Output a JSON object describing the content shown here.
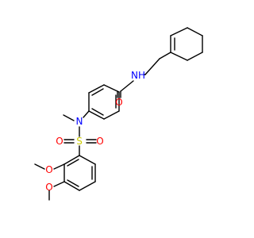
{
  "atoms": {
    "nh": "NH",
    "o_amide": "O",
    "n_sulfonamide": "N",
    "s": "S",
    "o_s1": "O",
    "o_s2": "O",
    "o_ome1": "O",
    "o_ome2": "O"
  },
  "colors": {
    "bond": "#000000",
    "nitrogen": "#0000ff",
    "oxygen": "#ff0000",
    "sulfur": "#cccc00"
  }
}
